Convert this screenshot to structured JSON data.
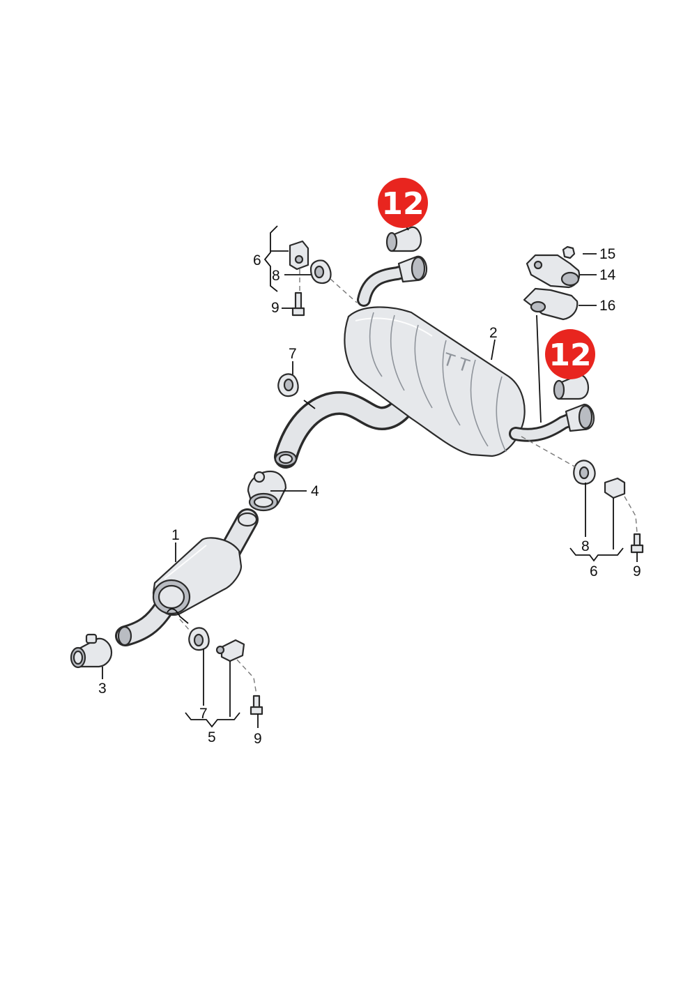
{
  "callouts": {
    "c1": "1",
    "c2": "2",
    "c3": "3",
    "c4": "4",
    "c5": "5",
    "c6_upper": "6",
    "c6_lower": "6",
    "c7_upper": "7",
    "c7_lower": "7",
    "c8_upper": "8",
    "c8_lower": "8",
    "c9_upper": "9",
    "c9_right": "9",
    "c9_lower": "9",
    "c14": "14",
    "c15": "15",
    "c16": "16"
  },
  "badges": {
    "upper": "12",
    "right": "12"
  },
  "colors": {
    "badge": "#e8251f",
    "metal": "#e6e8eb",
    "metal_dark": "#b9bcc2",
    "outline": "#2b2b2b"
  }
}
